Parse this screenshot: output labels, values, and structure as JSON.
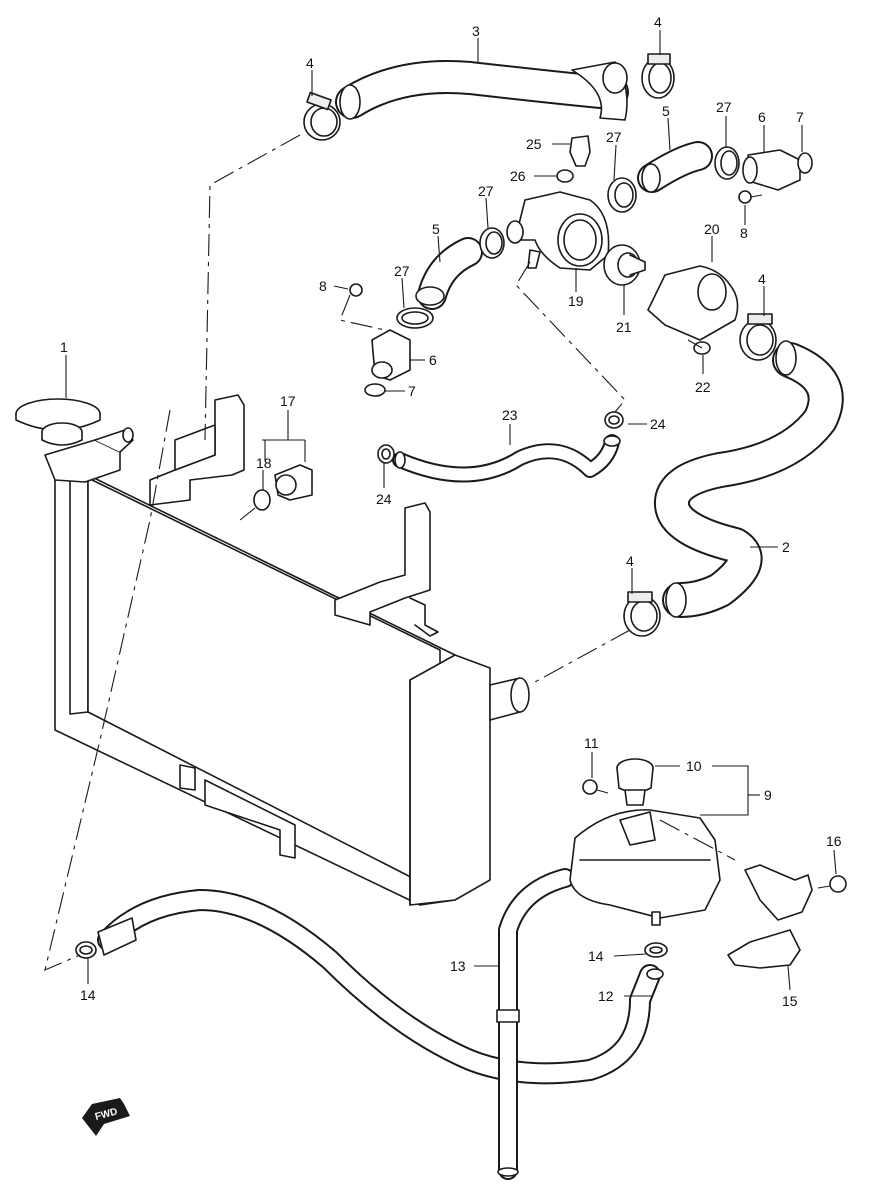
{
  "callouts": {
    "c1": "1",
    "c2": "2",
    "c3": "3",
    "c4a": "4",
    "c4b": "4",
    "c4c": "4",
    "c4d": "4",
    "c5a": "5",
    "c5b": "5",
    "c6a": "6",
    "c6b": "6",
    "c7a": "7",
    "c7b": "7",
    "c8a": "8",
    "c8b": "8",
    "c9": "9",
    "c10": "10",
    "c11": "11",
    "c12": "12",
    "c13": "13",
    "c14a": "14",
    "c14b": "14",
    "c15": "15",
    "c16": "16",
    "c17": "17",
    "c18": "18",
    "c19": "19",
    "c20": "20",
    "c21": "21",
    "c22": "22",
    "c23": "23",
    "c24a": "24",
    "c24b": "24",
    "c25": "25",
    "c26": "26",
    "c27a": "27",
    "c27b": "27",
    "c27c": "27",
    "c27d": "27"
  },
  "direction_badge": {
    "label": "FWD"
  }
}
